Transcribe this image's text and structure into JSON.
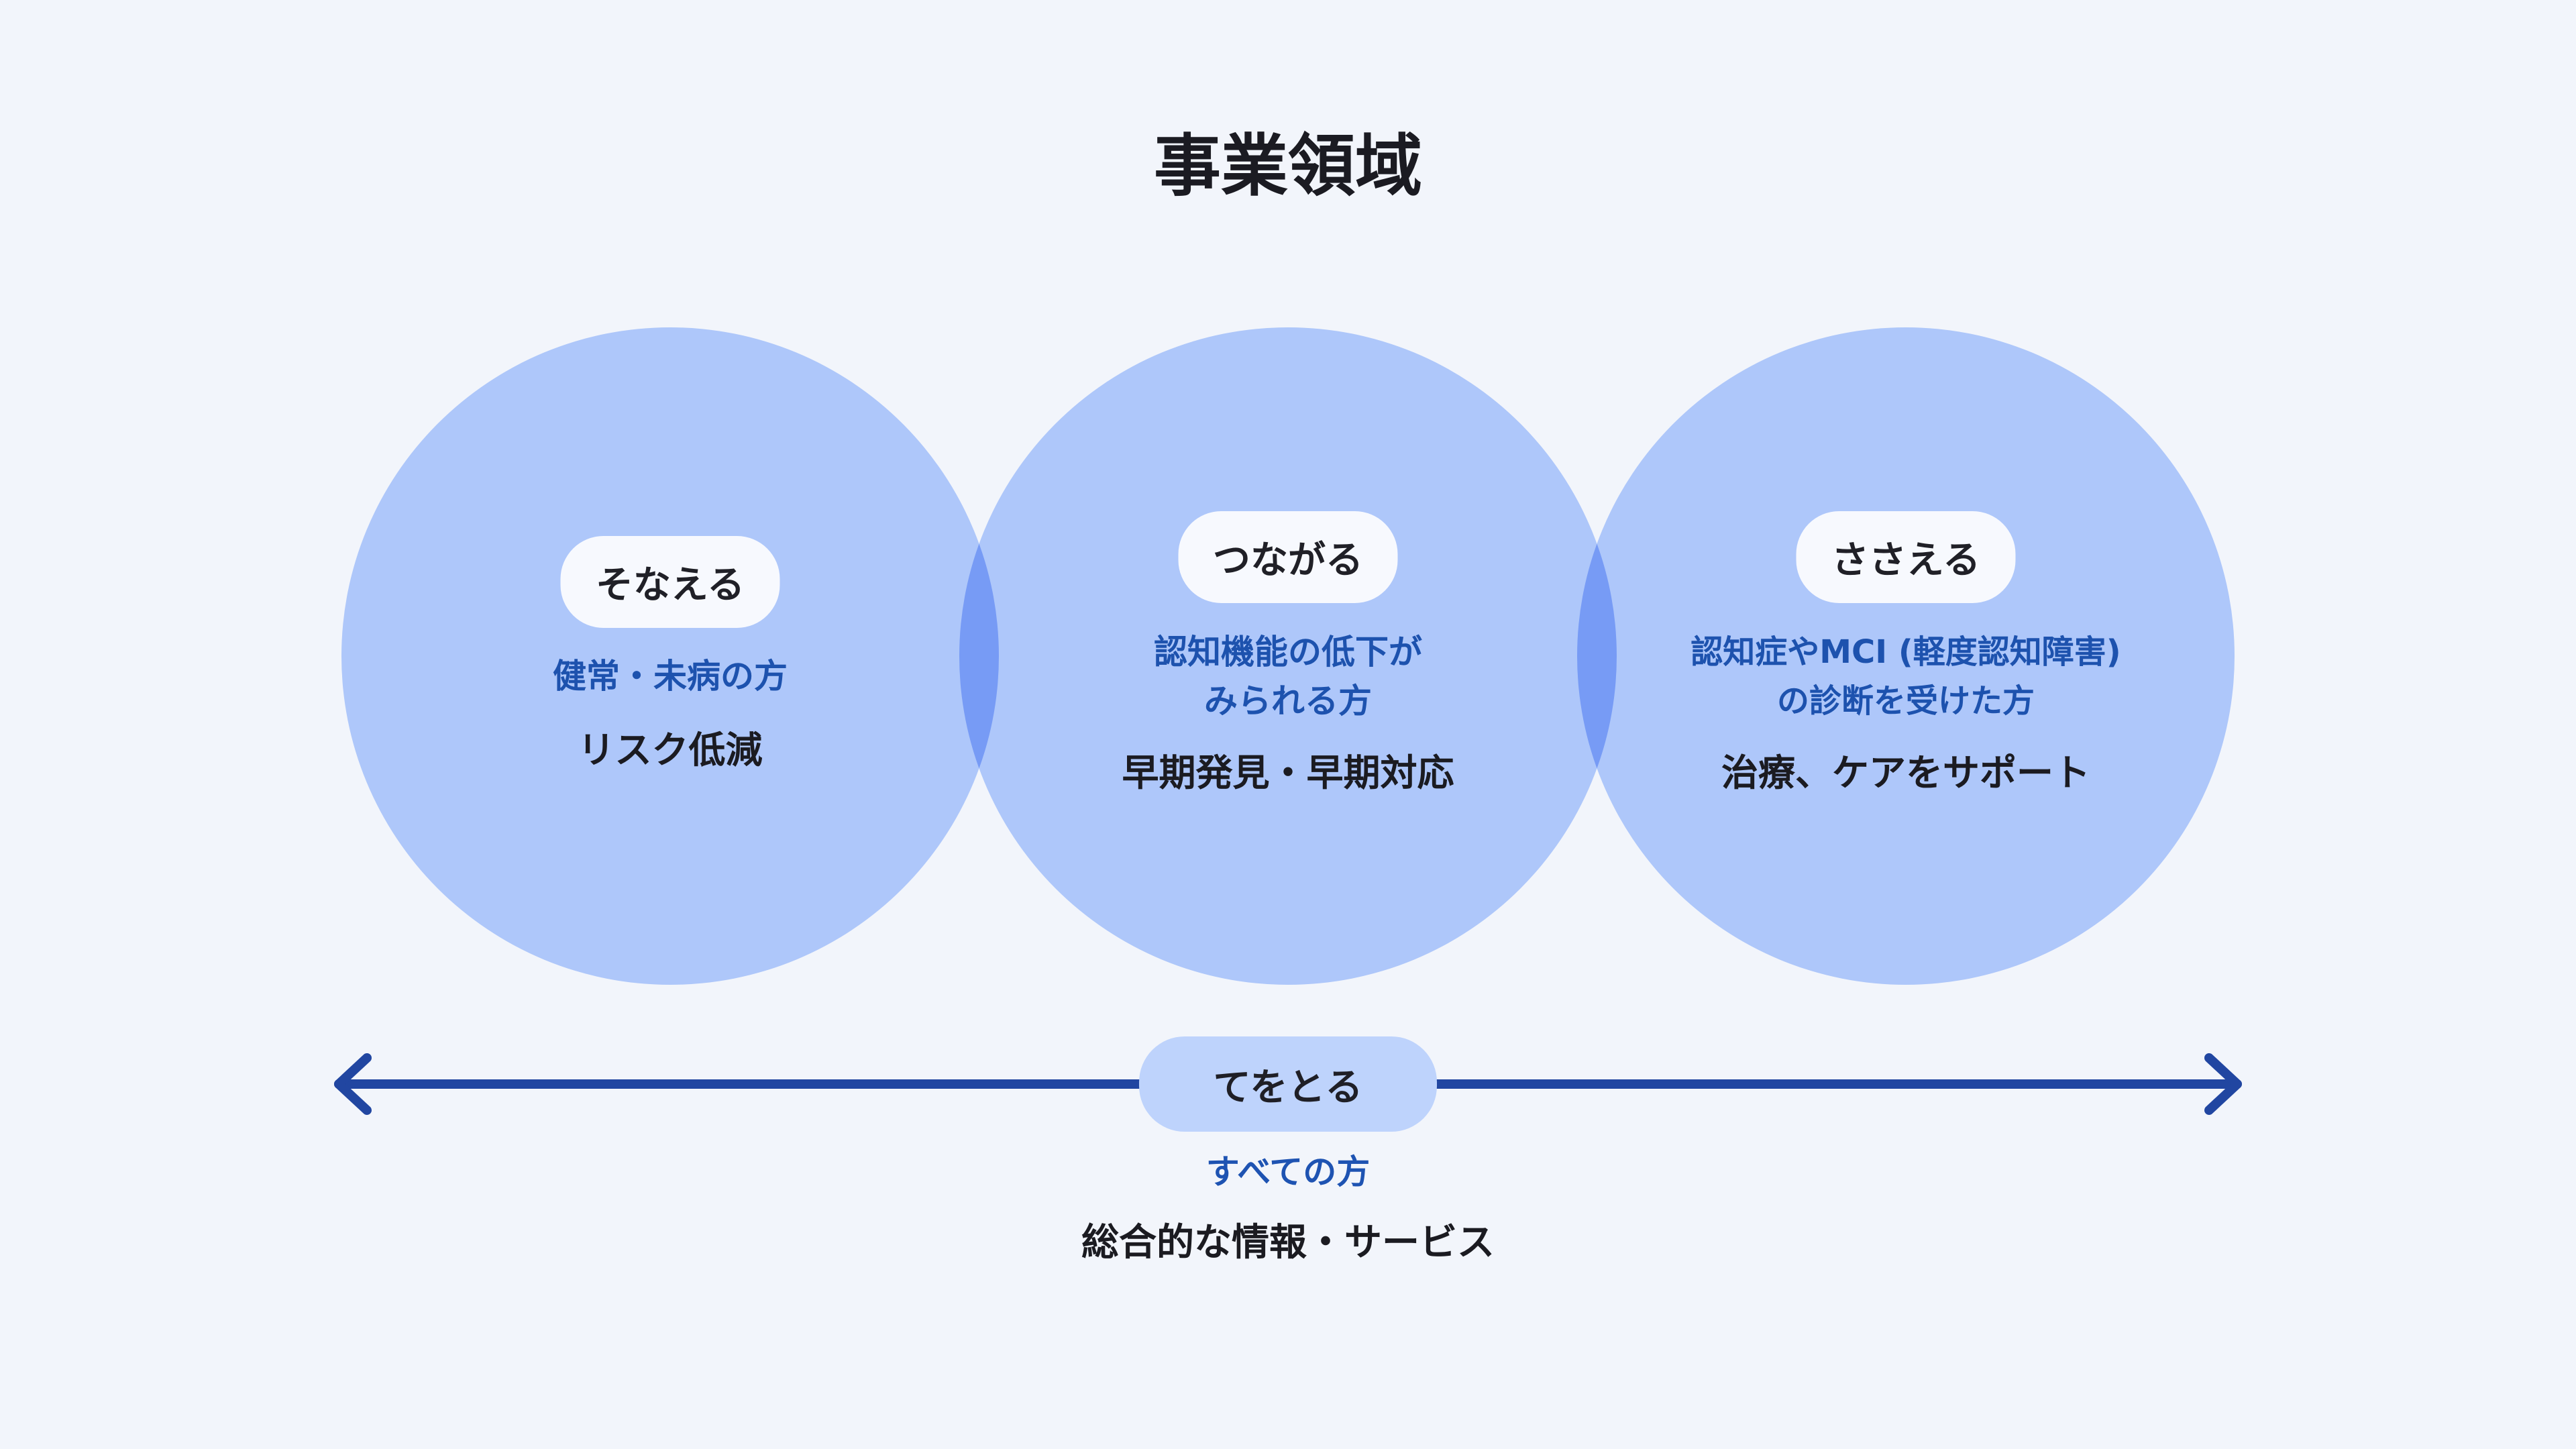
{
  "title": "事業領域",
  "colors": {
    "background": "#f2f5fb",
    "circle_fill": "#abc5f8",
    "circle_overlap": "#769bf5",
    "label_pill_fill": "#f7f9fe",
    "axis_pill_fill": "#bed3fc",
    "arrow": "#2146a1",
    "text_blue": "#1d52ae",
    "text_dark": "#1b1b21"
  },
  "circles": [
    {
      "label": "そなえる",
      "audience_lines": [
        "健常・未病の方"
      ],
      "service": "リスク低減"
    },
    {
      "label": "つながる",
      "audience_lines": [
        "認知機能の低下が",
        "みられる方"
      ],
      "service": "早期発見・早期対応"
    },
    {
      "label": "ささえる",
      "audience_lines": [
        "認知症やMCI (軽度認知障害)",
        "の診断を受けた方"
      ],
      "service": "治療、ケアをサポート"
    }
  ],
  "axis": {
    "label": "てをとる",
    "audience": "すべての方",
    "service": "総合的な情報・サービス"
  }
}
